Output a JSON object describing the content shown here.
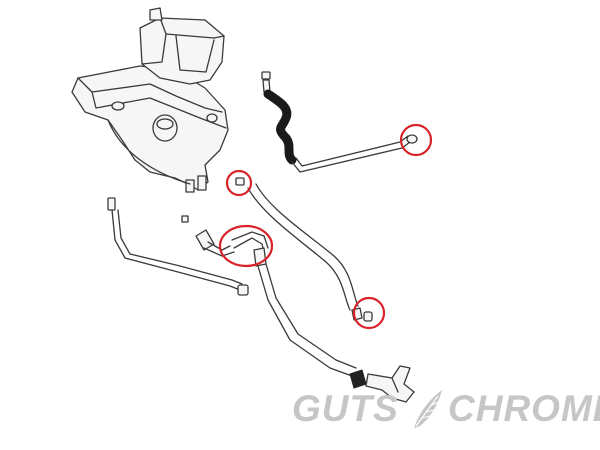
{
  "diagram": {
    "line_color": "#3a3a3a",
    "highlight_color": "#d8232a",
    "parts": [
      "oil-reservoir-tank",
      "overflow-hose-upper",
      "vent-hose-left",
      "hose-long-center",
      "hose-long-right",
      "clamp-bracket"
    ],
    "highlighted_parts_count": 4
  },
  "watermark": {
    "left_word": "GUTS",
    "right_word": "CHROME",
    "color": "#c6c6c6",
    "feather_icon": "feather-icon"
  }
}
